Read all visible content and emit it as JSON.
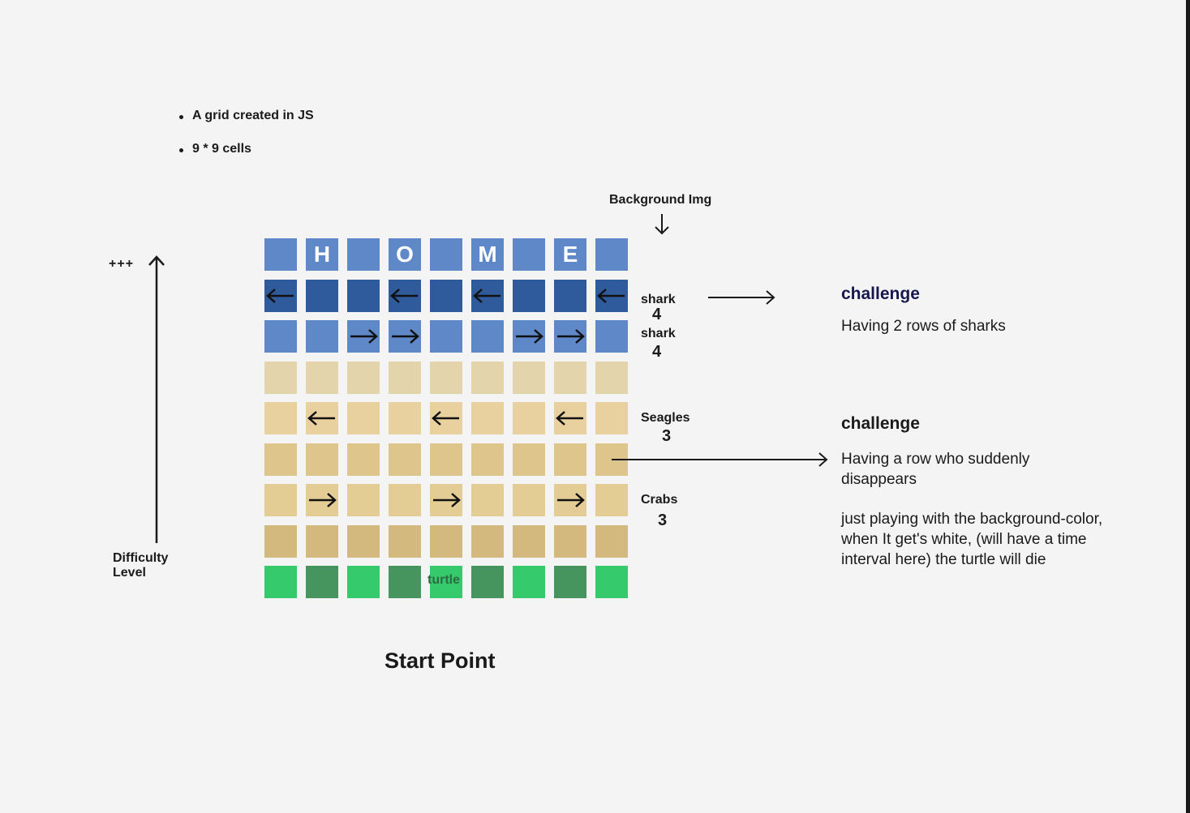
{
  "notes": {
    "bullets": [
      "A grid created in JS",
      "9 * 9 cells"
    ]
  },
  "background_label": "Background Img",
  "difficulty": {
    "plus_label": "+++",
    "line1": "Difficulty",
    "line2": "Level"
  },
  "grid": {
    "rows": [
      {
        "color": "#5e88c7",
        "cells": [
          {
            "letter": ""
          },
          {
            "letter": "H"
          },
          {
            "letter": ""
          },
          {
            "letter": "O"
          },
          {
            "letter": ""
          },
          {
            "letter": "M"
          },
          {
            "letter": ""
          },
          {
            "letter": "E"
          },
          {
            "letter": ""
          }
        ]
      },
      {
        "color": "#2f5b9c",
        "cells": [
          {
            "arrow": "left"
          },
          {},
          {},
          {
            "arrow": "left"
          },
          {},
          {
            "arrow": "left"
          },
          {},
          {},
          {
            "arrow": "left"
          }
        ]
      },
      {
        "color": "#5e88c7",
        "cells": [
          {},
          {},
          {
            "arrow": "right"
          },
          {
            "arrow": "right"
          },
          {},
          {},
          {
            "arrow": "right"
          },
          {
            "arrow": "right"
          },
          {}
        ]
      },
      {
        "color": "#e4d4ac",
        "cells": [
          {},
          {},
          {},
          {},
          {},
          {},
          {},
          {},
          {}
        ]
      },
      {
        "color": "#e8d19e",
        "cells": [
          {},
          {
            "arrow": "left"
          },
          {},
          {},
          {
            "arrow": "left"
          },
          {},
          {},
          {
            "arrow": "left"
          },
          {}
        ]
      },
      {
        "color": "#dec58c",
        "cells": [
          {},
          {},
          {},
          {},
          {},
          {},
          {},
          {},
          {}
        ]
      },
      {
        "color": "#e3cd95",
        "cells": [
          {},
          {
            "arrow": "right"
          },
          {},
          {},
          {
            "arrow": "right"
          },
          {},
          {},
          {
            "arrow": "right"
          },
          {}
        ]
      },
      {
        "color": "#d4b97e",
        "cells": [
          {},
          {},
          {},
          {},
          {},
          {},
          {},
          {},
          {}
        ]
      },
      {
        "colors": [
          "#35cb6c",
          "#46955f",
          "#35cb6c",
          "#46955f",
          "#35cb6c",
          "#46955f",
          "#35cb6c",
          "#46955f",
          "#35cb6c"
        ],
        "cells": [
          {},
          {},
          {},
          {},
          {},
          {},
          {},
          {},
          {}
        ]
      }
    ],
    "turtle_label": "turtle"
  },
  "row_labels": {
    "shark_1": {
      "name": "shark",
      "count": "4"
    },
    "shark_2": {
      "name": "shark",
      "count": "4"
    },
    "seagles": {
      "name": "Seagles",
      "count": "3"
    },
    "crabs": {
      "name": "Crabs",
      "count": "3"
    }
  },
  "challenges": {
    "first": {
      "title": "challenge",
      "title_color": "#16174e",
      "text": "Having 2 rows of sharks"
    },
    "second": {
      "title": "challenge",
      "title_color": "#1a1a1a",
      "text": "Having a row who suddenly disappears",
      "detail": "just playing with the background-color, when It get's white, (will have a time interval here) the turtle will die"
    }
  },
  "start_point": "Start Point"
}
